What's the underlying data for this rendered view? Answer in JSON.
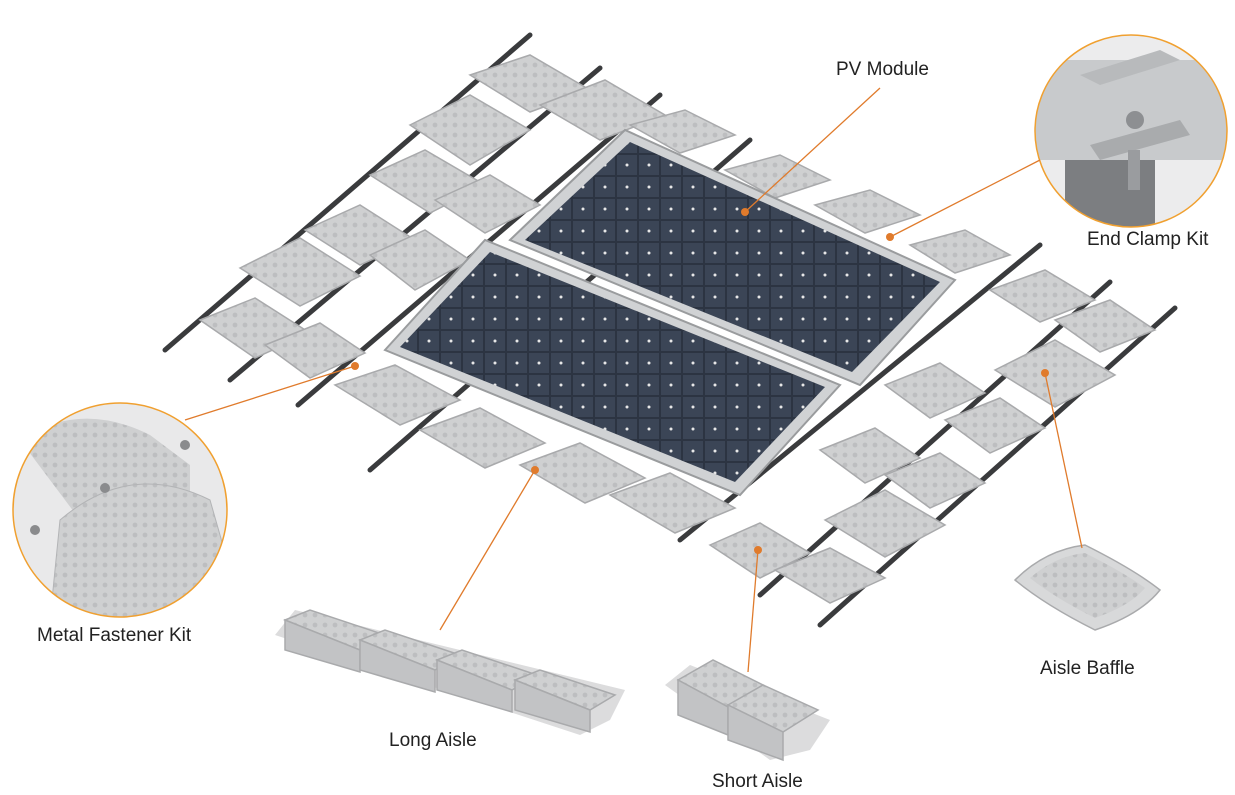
{
  "labels": {
    "pv_module": "PV Module",
    "end_clamp_kit": "End Clamp Kit",
    "metal_fastener_kit": "Metal Fastener Kit",
    "long_aisle": "Long Aisle",
    "short_aisle": "Short Aisle",
    "aisle_baffle": "Aisle Baffle"
  },
  "colors": {
    "leader_line": "#e07b2c",
    "callout_ring": "#f0a030",
    "float": "#c9cacb",
    "float_top": "#d9dadb",
    "float_shadow": "#a9aaac",
    "rail": "#3a3b3d",
    "panel_cell": "#2c3442",
    "panel_frame": "#d0d2d4"
  }
}
